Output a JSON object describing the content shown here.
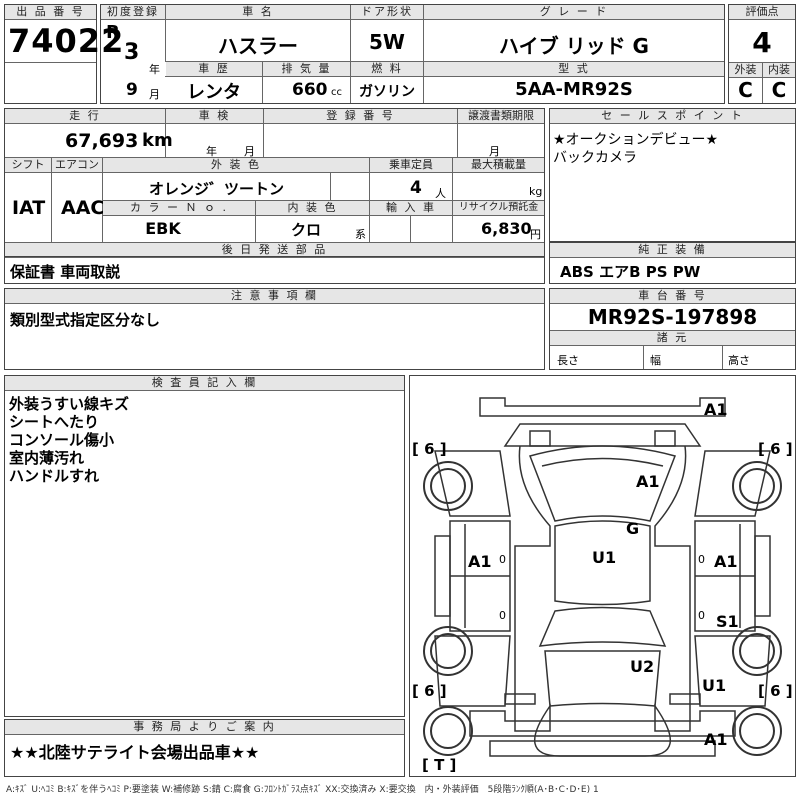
{
  "labels": {
    "lot_no": "出 品 番 号",
    "first_reg": "初度登録",
    "car_name": "車 名",
    "door_type": "ドア形状",
    "grade": "グ レ ー ド",
    "score": "評価点",
    "history": "車 歴",
    "displacement": "排 気 量",
    "fuel": "燃 料",
    "model_type": "型 式",
    "exterior": "外装",
    "interior": "内装",
    "year_unit": "年",
    "month_unit": "月",
    "cc_unit": "cc",
    "mileage": "走 行",
    "inspection": "車 検",
    "reg_no": "登 録 番 号",
    "transfer_doc": "譲渡書類期限",
    "sales_point": "セ ー ル ス ポ イ ン ト",
    "shift": "シフト",
    "aircon": "エアコン",
    "ext_color": "外 装 色",
    "capacity": "乗車定員",
    "max_load": "最大積載量",
    "color_no": "カ ラ ー Ｎ ｏ .",
    "int_color": "内 装 色",
    "import": "輸 入 車",
    "recycle": "リサイクル預託金",
    "km_unit": "km",
    "person_unit": "人",
    "kg_unit": "kg",
    "yen_unit": "円",
    "series_unit": "系",
    "later_parts": "後 日 発 送 部 品",
    "genuine_equip": "純 正 装 備",
    "caution": "注 意 事 項 欄",
    "chassis_no": "車 台 番 号",
    "specs": "諸 元",
    "length": "長さ",
    "width": "幅",
    "height": "高さ",
    "inspector": "検 査 員 記 入 欄",
    "office": "事 務 局 よ り ご 案 内"
  },
  "values": {
    "lot_no": "74022",
    "era": "R",
    "year": "3",
    "month": "9",
    "car_name": "ハスラー",
    "door_type": "5W",
    "grade": "ハイブ リッド G",
    "score": "4",
    "history": "レンタ",
    "displacement": "660",
    "fuel": "ガソリン",
    "model_type": "5AA-MR92S",
    "exterior_grade": "C",
    "interior_grade": "C",
    "mileage": "67,693",
    "shift": "IAT",
    "aircon": "AAC",
    "ext_color": "オレンジ゛ツートン",
    "capacity": "4",
    "color_no": "EBK",
    "int_color": "クロ",
    "recycle": "6,830",
    "later_parts": "保証書 車両取説",
    "genuine_equip": "ABS エアB PS PW",
    "caution": "類別型式指定区分なし",
    "chassis_no": "MR92S-197898",
    "office_note": "★★北陸サテライト会場出品車★★"
  },
  "sales_points": [
    "★オークションデビュー★",
    "バックカメラ"
  ],
  "inspector_notes": [
    "外装うすい線キズ",
    "シートへたり",
    "コンソール傷小",
    "室内薄汚れ",
    "ハンドルすれ"
  ],
  "diagram": {
    "marks": {
      "front": "A1",
      "hood": "A1",
      "windshield": "G",
      "roof": "U1",
      "left_front_door": "A1",
      "right_front_door": "A1",
      "right_rear_door": "S1",
      "rear_glass": "U2",
      "rear_right": "U1",
      "rear": "A1"
    },
    "tire_marks": [
      "[ 6 ]",
      "[ 6 ]",
      "[ 6 ]",
      "[ 6 ]"
    ],
    "spare": "[ T ]",
    "pillar_marks": [
      "0",
      "0",
      "0",
      "0"
    ]
  },
  "legend": "A:ｷｽﾞ U:ﾍｺﾐ B:ｷｽﾞを伴うﾍｺﾐ P:要塗装 W:補修跡 S:錆 C:腐食 G:ﾌﾛﾝﾄｶﾞﾗｽ点ｷｽﾞ XX:交換済み X:要交換　内・外装評価　5段階ﾗﾝｸ順(A･B･C･D･E) 1"
}
